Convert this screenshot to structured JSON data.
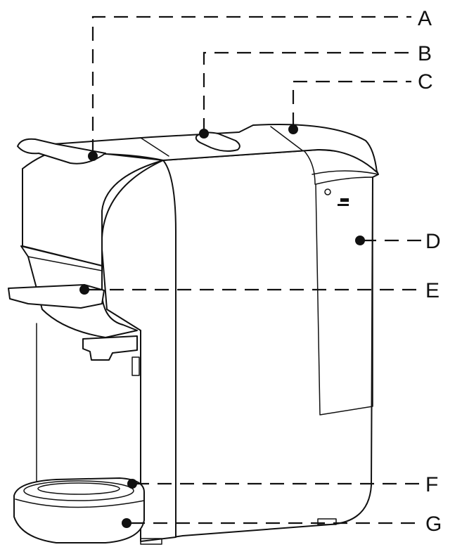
{
  "callouts": [
    {
      "id": "a",
      "label": "A"
    },
    {
      "id": "b",
      "label": "B"
    },
    {
      "id": "c",
      "label": "C"
    },
    {
      "id": "d",
      "label": "D"
    },
    {
      "id": "e",
      "label": "E"
    },
    {
      "id": "f",
      "label": "F"
    },
    {
      "id": "g",
      "label": "G"
    }
  ],
  "colors": {
    "line": "#111111",
    "background": "#ffffff"
  },
  "icons": {
    "logo": "brand-logo-mark"
  }
}
